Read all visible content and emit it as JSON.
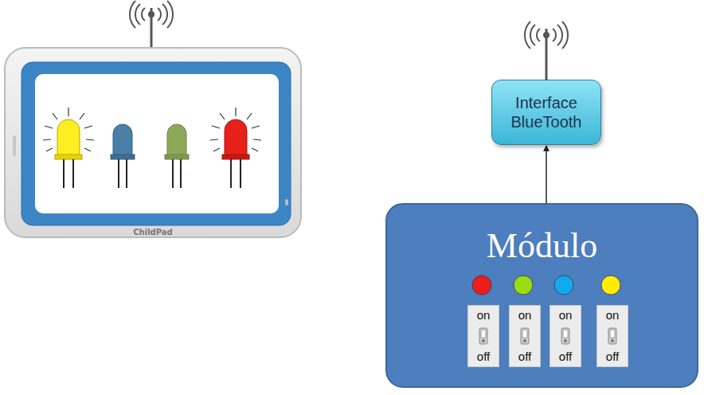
{
  "diagram": {
    "nodes": [
      {
        "text": [
          "ChildPad"
        ]
      },
      {
        "text": [
          "Interface BlueTooth"
        ]
      },
      {
        "text": [
          "Módulo"
        ]
      },
      {
        "text": [
          "on",
          "off"
        ],
        "in": 2
      },
      {
        "text": [
          "on",
          "off"
        ],
        "in": 2
      },
      {
        "text": [
          "on",
          "off"
        ],
        "in": 2
      },
      {
        "text": [
          "on",
          "off"
        ],
        "in": 2
      }
    ],
    "edges": [
      {
        "from": 2,
        "to": 1,
        "arrow": "to"
      }
    ]
  }
}
